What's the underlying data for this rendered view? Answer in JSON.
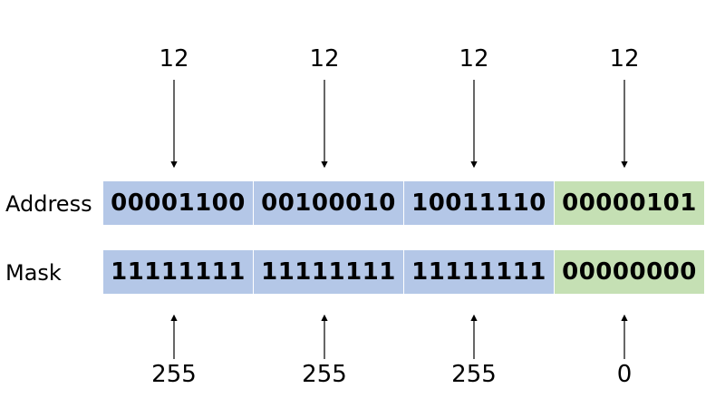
{
  "octets_decimal": [
    "12",
    "12",
    "12",
    "12"
  ],
  "address": {
    "label": "Address",
    "bits": [
      "00001100",
      "00100010",
      "10011110",
      "00000101"
    ]
  },
  "mask": {
    "label": "Mask",
    "bits": [
      "11111111",
      "11111111",
      "11111111",
      "00000000"
    ]
  },
  "mask_decimal": [
    "255",
    "255",
    "255",
    "0"
  ],
  "colors": {
    "network_part": "#b4c7e7",
    "host_part": "#c5e0b4"
  }
}
